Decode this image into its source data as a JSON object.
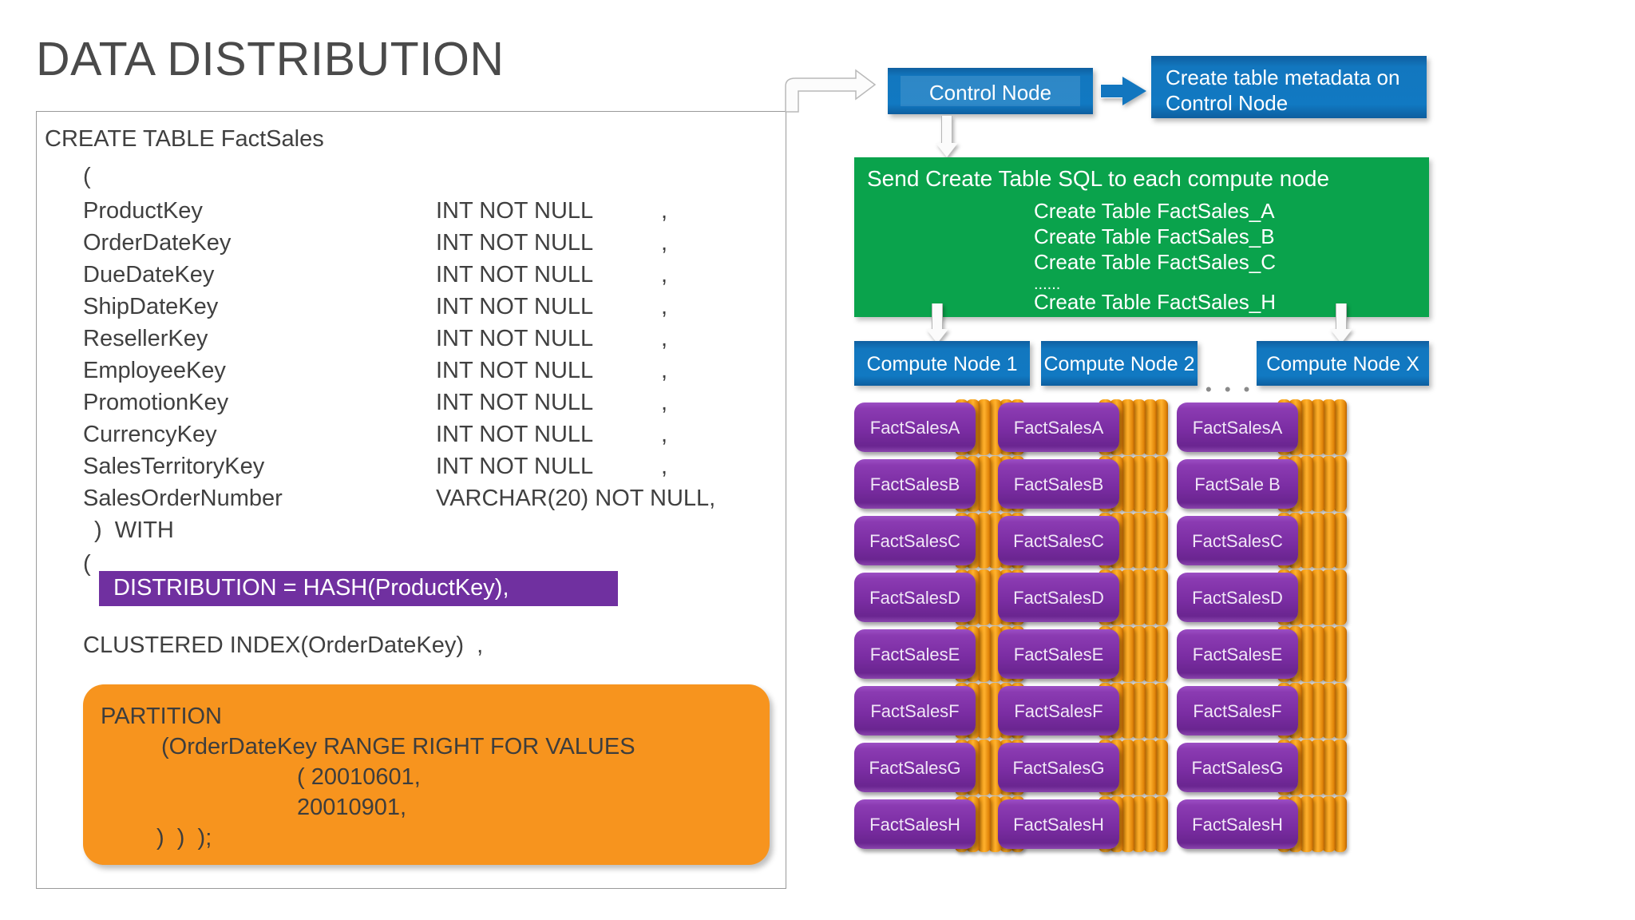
{
  "page_title": "DATA DISTRIBUTION",
  "colors": {
    "title": "#4a4a4a",
    "code_text": "#404040",
    "highlight_purple": "#7030A0",
    "partition_orange": "#F7941E",
    "node_blue": "#1277bf",
    "send_green": "#0AA34C",
    "table_purple": "#7B2DA3",
    "partition_fin_orange": "#F59B12"
  },
  "sql": {
    "header": "CREATE TABLE FactSales",
    "open_paren": "(",
    "columns": [
      {
        "name": "ProductKey",
        "type": "INT NOT NULL",
        "comma": ","
      },
      {
        "name": "OrderDateKey",
        "type": "INT NOT NULL",
        "comma": ","
      },
      {
        "name": "DueDateKey",
        "type": "INT NOT NULL",
        "comma": ","
      },
      {
        "name": "ShipDateKey",
        "type": "INT NOT NULL",
        "comma": ","
      },
      {
        "name": "ResellerKey",
        "type": "INT NOT NULL",
        "comma": ","
      },
      {
        "name": "EmployeeKey",
        "type": "INT NOT NULL",
        "comma": ","
      },
      {
        "name": "PromotionKey",
        "type": "INT NOT NULL",
        "comma": ","
      },
      {
        "name": "CurrencyKey",
        "type": "INT NOT NULL",
        "comma": ","
      },
      {
        "name": "SalesTerritoryKey",
        "type": "INT NOT NULL",
        "comma": ","
      },
      {
        "name": "SalesOrderNumber",
        "type": "VARCHAR(20) NOT NULL,",
        "comma": ""
      }
    ],
    "close_with": ")  WITH",
    "with_open_paren": "(",
    "distribution_line": "DISTRIBUTION = HASH(ProductKey),",
    "clustered_index_line": "CLUSTERED INDEX(OrderDateKey)  ,",
    "partition": {
      "keyword": "PARTITION",
      "range_line": "(OrderDateKey RANGE RIGHT FOR VALUES",
      "values": [
        "( 20010601,",
        "20010901,"
      ],
      "closing": ")  )  );"
    }
  },
  "diagram": {
    "control_node": "Control Node",
    "metadata_box": "Create table metadata on\nControl Node",
    "send_box": {
      "heading": "Send Create Table SQL to each compute node",
      "items": [
        "Create Table FactSales_A",
        "Create Table FactSales_B",
        "Create Table FactSales_C",
        "......",
        "Create Table FactSales_H"
      ]
    },
    "ellipsis": "• • •",
    "compute_nodes": [
      {
        "label": "Compute Node 1",
        "tables": [
          "FactSalesA",
          "FactSalesB",
          "FactSalesC",
          "FactSalesD",
          "FactSalesE",
          "FactSalesF",
          "FactSalesG",
          "FactSalesH"
        ]
      },
      {
        "label": "Compute Node 2",
        "tables": [
          "FactSalesA",
          "FactSalesB",
          "FactSalesC",
          "FactSalesD",
          "FactSalesE",
          "FactSalesF",
          "FactSalesG",
          "FactSalesH"
        ]
      },
      {
        "label": "Compute Node X",
        "tables": [
          "FactSalesA",
          "FactSale B",
          "FactSalesC",
          "FactSalesD",
          "FactSalesE",
          "FactSalesF",
          "FactSalesG",
          "FactSalesH"
        ]
      }
    ]
  }
}
